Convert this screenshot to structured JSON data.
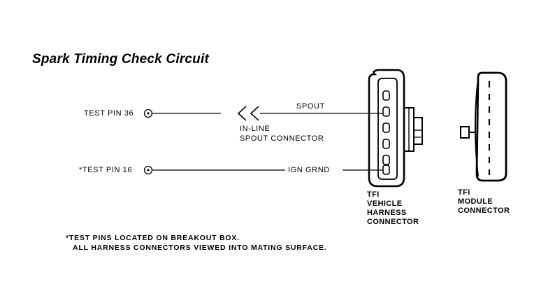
{
  "title": "Spark Timing Check Circuit",
  "test_pin_36": "TEST PIN 36",
  "test_pin_16": "*TEST PIN 16",
  "spout_label": "SPOUT",
  "inline_connector_line1": "IN-LINE",
  "inline_connector_line2": "SPOUT CONNECTOR",
  "ign_grnd_label": "IGN  GRND",
  "vehicle_connector_label": [
    "TFI",
    "VEHICLE",
    "HARNESS",
    "CONNECTOR"
  ],
  "module_connector_label": [
    "TFI",
    "MODULE",
    "CONNECTOR"
  ],
  "notes": [
    "*TEST PINS LOCATED ON BREAKOUT BOX.",
    "ALL HARNESS CONNECTORS VIEWED INTO MATING SURFACE."
  ]
}
